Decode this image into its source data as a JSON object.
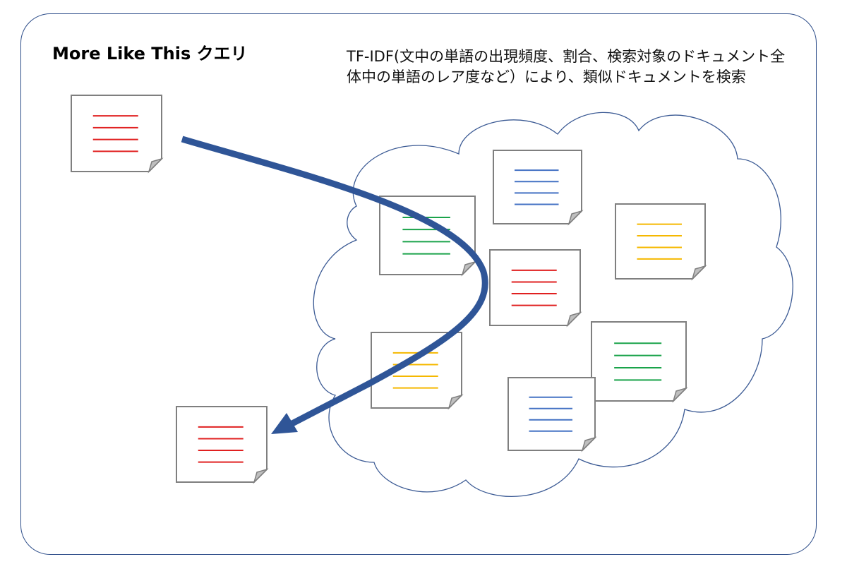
{
  "title": "More Like This クエリ",
  "description": "TF-IDF(文中の単語の出現頻度、割合、検索対象のドキュメント全体中の単語のレア度など）により、類似ドキュメントを検索",
  "colors": {
    "frame_border": "#2e4e8a",
    "cloud_stroke": "#3b5a94",
    "arrow": "#2f5597",
    "doc_border": "#7f7f7f",
    "doc_fold": "#bfbfbf",
    "red": "#e02020",
    "blue": "#4472c4",
    "green": "#1aa34a",
    "yellow": "#f5b800"
  },
  "documents": [
    {
      "name": "query-document",
      "role": "query",
      "color": "red"
    },
    {
      "name": "result-document",
      "role": "result",
      "color": "red"
    },
    {
      "name": "cloud-document-blue-top",
      "role": "candidate",
      "color": "blue"
    },
    {
      "name": "cloud-document-green-left",
      "role": "candidate",
      "color": "green"
    },
    {
      "name": "cloud-document-yellow-right",
      "role": "candidate",
      "color": "yellow"
    },
    {
      "name": "cloud-document-red-center",
      "role": "candidate",
      "color": "red"
    },
    {
      "name": "cloud-document-yellow-bottom-left",
      "role": "candidate",
      "color": "yellow"
    },
    {
      "name": "cloud-document-green-bottom-right",
      "role": "candidate",
      "color": "green"
    },
    {
      "name": "cloud-document-blue-bottom",
      "role": "candidate",
      "color": "blue"
    }
  ]
}
